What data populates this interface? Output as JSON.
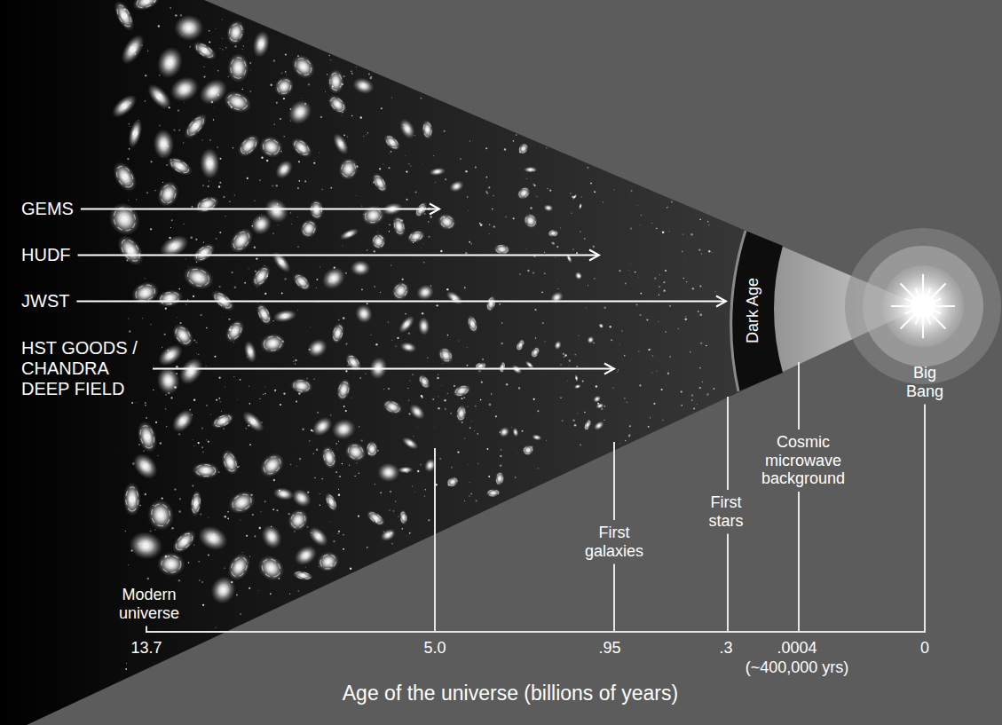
{
  "diagram": {
    "nodes": [
      {
        "text": [
          "Dark Age"
        ]
      }
    ],
    "labels": [
      "GEMS",
      "HUDF",
      "JWST",
      "HST GOODS / CHANDRA DEEP FIELD",
      "Modern universe",
      "13.7",
      "5.0",
      "First galaxies",
      ".95",
      "First stars",
      ".3",
      "Cosmic microwave background",
      ".0004",
      "(~400,000 yrs)",
      "Big Bang",
      "0",
      "Age of the universe (billions of years)"
    ]
  }
}
